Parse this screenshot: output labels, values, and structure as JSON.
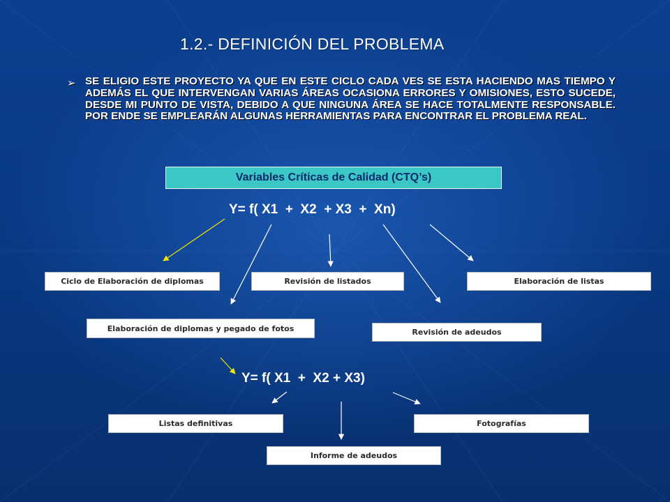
{
  "slide": {
    "title": "1.2.- DEFINICIÓN DEL PROBLEMA",
    "bullet_symbol": "➢",
    "bullet_text": "SE ELIGIO ESTE PROYECTO YA QUE EN ESTE CICLO CADA VES SE ESTA HACIENDO MAS TIEMPO Y ADEMÁS EL QUE INTERVENGAN VARIAS ÁREAS OCASIONA ERRORES Y  OMISIONES, ESTO SUCEDE, DESDE MI PUNTO DE VISTA, DEBIDO A QUE NINGUNA ÁREA SE HACE TOTALMENTE RESPONSABLE. POR ENDE SE EMPLEARÁN ALGUNAS HERRAMIENTAS PARA ENCONTRAR EL PROBLEMA REAL.",
    "ctq_label": "Variables Críticas de Calidad (CTQ’s)",
    "formula_1": "Y= f( X1  +  X2  + X3  +  Xn)",
    "formula_2": "Y= f( X1  +  X2 + X3)",
    "boxes": {
      "ciclo": "Ciclo de Elaboración de diplomas",
      "revision_listados": "Revisión de listados",
      "elaboracion_listas": "Elaboración de listas",
      "elaboracion_diplomas": "Elaboración de diplomas y pegado de fotos",
      "revision_adeudos": "Revisión de adeudos",
      "listas_definitivas": "Listas definitivas",
      "fotografias": "Fotografías",
      "informe_adeudos": "Informe de adeudos"
    },
    "colors": {
      "background": "#0a3a86",
      "ctq_fill": "#3cc7c7",
      "ctq_text": "#0b2a6a",
      "highlight_arrow": "#f2e600",
      "connector": "#ffffff"
    }
  }
}
